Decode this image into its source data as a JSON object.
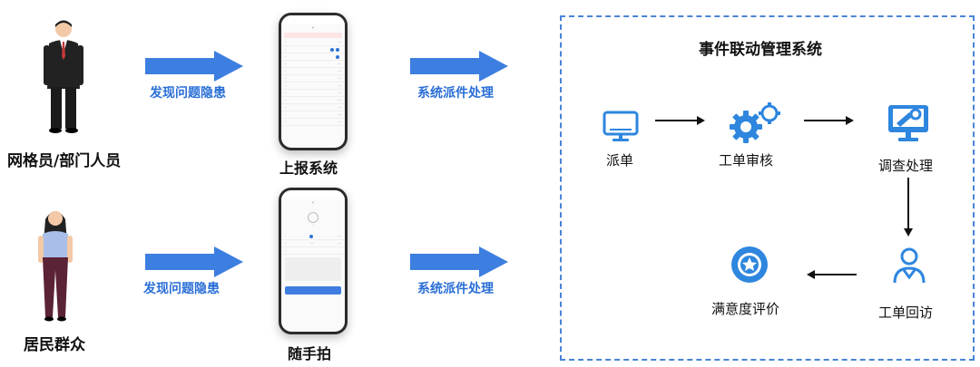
{
  "actors": {
    "grid_staff": "网格员/部门人员",
    "residents": "居民群众"
  },
  "flow_labels": {
    "discover_top": "发现问题隐患",
    "discover_bottom": "发现问题隐患",
    "dispatch_top": "系统派件处理",
    "dispatch_bottom": "系统派件处理"
  },
  "channels": {
    "report_system": "上报系统",
    "snap_photo": "随手拍"
  },
  "system": {
    "title": "事件联动管理系统",
    "nodes": {
      "dispatch": "派单",
      "review": "工单审核",
      "investigate": "调查处理",
      "revisit": "工单回访",
      "satisfaction": "满意度评价"
    }
  },
  "colors": {
    "accent_blue": "#2a6fd6",
    "arrow_blue": "#3d7fe0",
    "dashed_border": "#4a84d6"
  }
}
